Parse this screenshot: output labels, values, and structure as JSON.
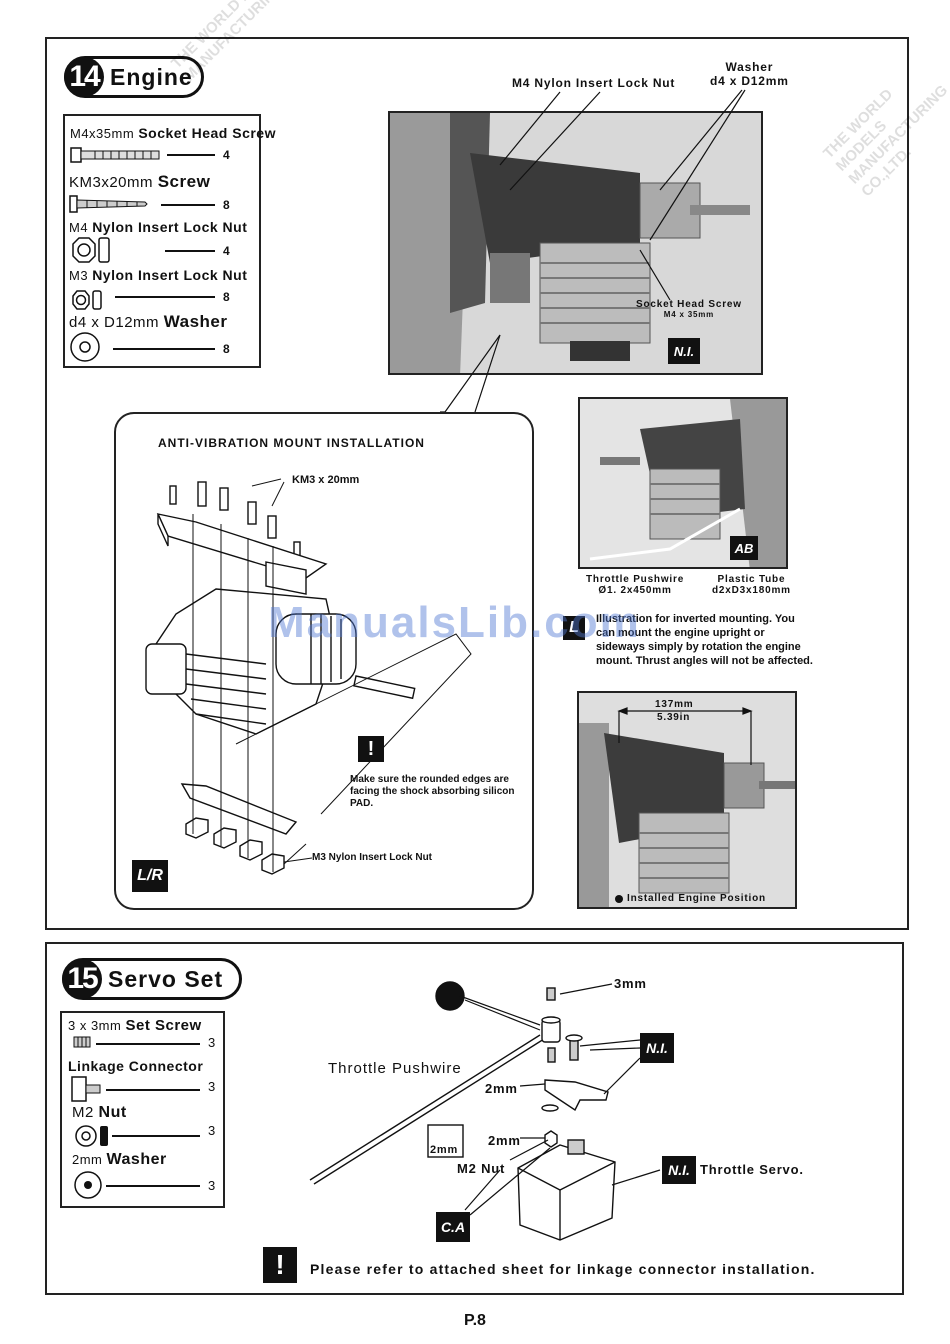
{
  "step14": {
    "number": "14",
    "title": "Engine",
    "parts": [
      {
        "size": "M4x35mm",
        "name": "Socket Head Screw",
        "qty": "4"
      },
      {
        "size": "KM3x20mm",
        "name": "Screw",
        "qty": "8"
      },
      {
        "size": "M4",
        "name": "Nylon Insert  Lock Nut",
        "qty": "4"
      },
      {
        "size": "M3",
        "name": "Nylon Insert  Lock Nut",
        "qty": "8"
      },
      {
        "size": "d4 x D12mm",
        "name": "Washer",
        "qty": "8"
      }
    ],
    "photo_labels": {
      "lock_nut": "M4 Nylon Insert Lock Nut",
      "washer_name": "Washer",
      "washer_size": "d4 x D12mm",
      "screw_name": "Socket Head Screw",
      "screw_size": "M4 x 35mm",
      "ni_tag": "N.I."
    },
    "avm": {
      "title": "ANTI-VIBRATION MOUNT INSTALLATION",
      "screw_label": "KM3 x 20mm",
      "nut_label": "M3 Nylon Insert  Lock Nut",
      "warning_note": "Make sure the rounded edges are facing the shock absorbing silicon PAD.",
      "lr_tag": "L/R"
    },
    "photo2": {
      "ab_tag": "AB",
      "pushwire_name": "Throttle Pushwire",
      "pushwire_size": "Ø1. 2x450mm",
      "tube_name": "Plastic Tube",
      "tube_size": "d2xD3x180mm"
    },
    "note": "Illustration for inverted mounting. You can mount the engine upright or sideways simply by rotation the engine mount.  Thrust angles will not be affected.",
    "note_tag": "L",
    "photo3": {
      "dim_mm": "137mm",
      "dim_in": "5.39in",
      "caption": "Installed Engine Position"
    }
  },
  "step15": {
    "number": "15",
    "title": "Servo Set",
    "parts": [
      {
        "size": "3 x 3mm",
        "name": "Set Screw",
        "qty": "3"
      },
      {
        "size": "",
        "name": "Linkage Connector",
        "qty": "3"
      },
      {
        "size": "M2",
        "name": "Nut",
        "qty": "3"
      },
      {
        "size": "2mm",
        "name": "Washer",
        "qty": "3"
      }
    ],
    "labels": {
      "pushwire": "Throttle  Pushwire",
      "mm3": "3mm",
      "mm2a": "2mm",
      "mm2b": "2mm",
      "mm2c": "2mm",
      "nut": "M2  Nut",
      "servo": "Throttle Servo.",
      "ni1": "N.I.",
      "ni2": "N.I.",
      "ca": "C.A"
    },
    "warning": "Please refer to attached sheet for linkage connector installation."
  },
  "watermark": {
    "text1": "THE WORLD MODELS",
    "text2": "MANUFACTURING CO.,LTD.",
    "site": "ManualsLib.com"
  },
  "page_number": "P.8"
}
